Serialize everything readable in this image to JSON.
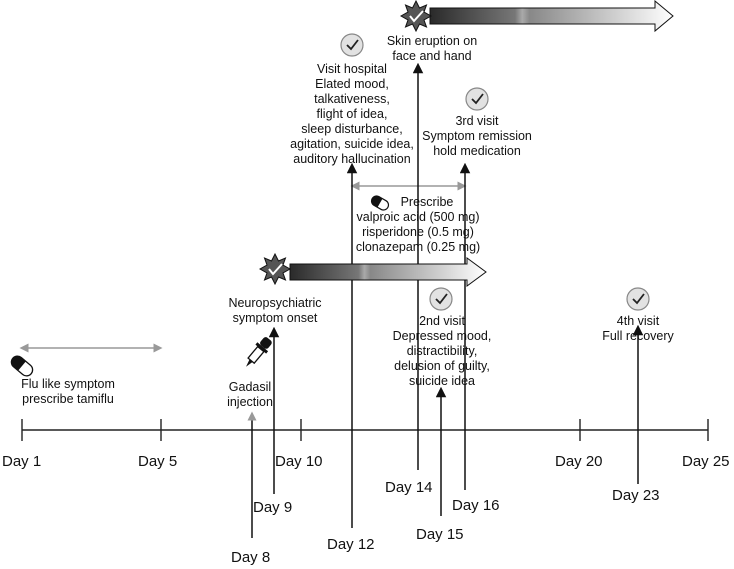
{
  "timeline": {
    "days": [
      {
        "label": "Day 1"
      },
      {
        "label": "Day 5"
      },
      {
        "label": "Day 10"
      },
      {
        "label": "Day 20"
      },
      {
        "label": "Day 25"
      },
      {
        "label": "Day 8"
      },
      {
        "label": "Day 9"
      },
      {
        "label": "Day 12"
      },
      {
        "label": "Day 14"
      },
      {
        "label": "Day 15"
      },
      {
        "label": "Day 16"
      },
      {
        "label": "Day 23"
      }
    ]
  },
  "events": {
    "flu": {
      "l1": "Flu like symptom",
      "l2": "prescribe tamiflu"
    },
    "gadasil": {
      "l1": "Gadasil",
      "l2": "injection"
    },
    "neuro": {
      "l1": "Neuropsychiatric",
      "l2": "symptom onset"
    },
    "visit_hospital": {
      "lines": [
        "Visit hospital",
        "Elated mood,",
        "talkativeness,",
        "flight of idea,",
        "sleep disturbance,",
        "agitation, suicide idea,",
        "auditory hallucination"
      ]
    },
    "skin": {
      "l1": "Skin eruption on",
      "l2": "face and hand"
    },
    "third_visit": {
      "lines": [
        "3rd visit",
        "Symptom remission",
        "hold medication"
      ]
    },
    "prescribe": {
      "lines": [
        "Prescribe",
        "valproic acid (500 mg)",
        "risperidone (0.5 mg)",
        "clonazepam (0.25 mg)"
      ]
    },
    "second_visit": {
      "lines": [
        "2nd visit",
        "Depressed mood,",
        "distractibility,",
        "delusion of guilty,",
        "suicide idea"
      ]
    },
    "fourth_visit": {
      "l1": "4th visit",
      "l2": "Full recovery"
    }
  },
  "icons": [
    "pill-icon",
    "dropper-icon",
    "burst-icon",
    "check-icon",
    "arrow-icon"
  ]
}
